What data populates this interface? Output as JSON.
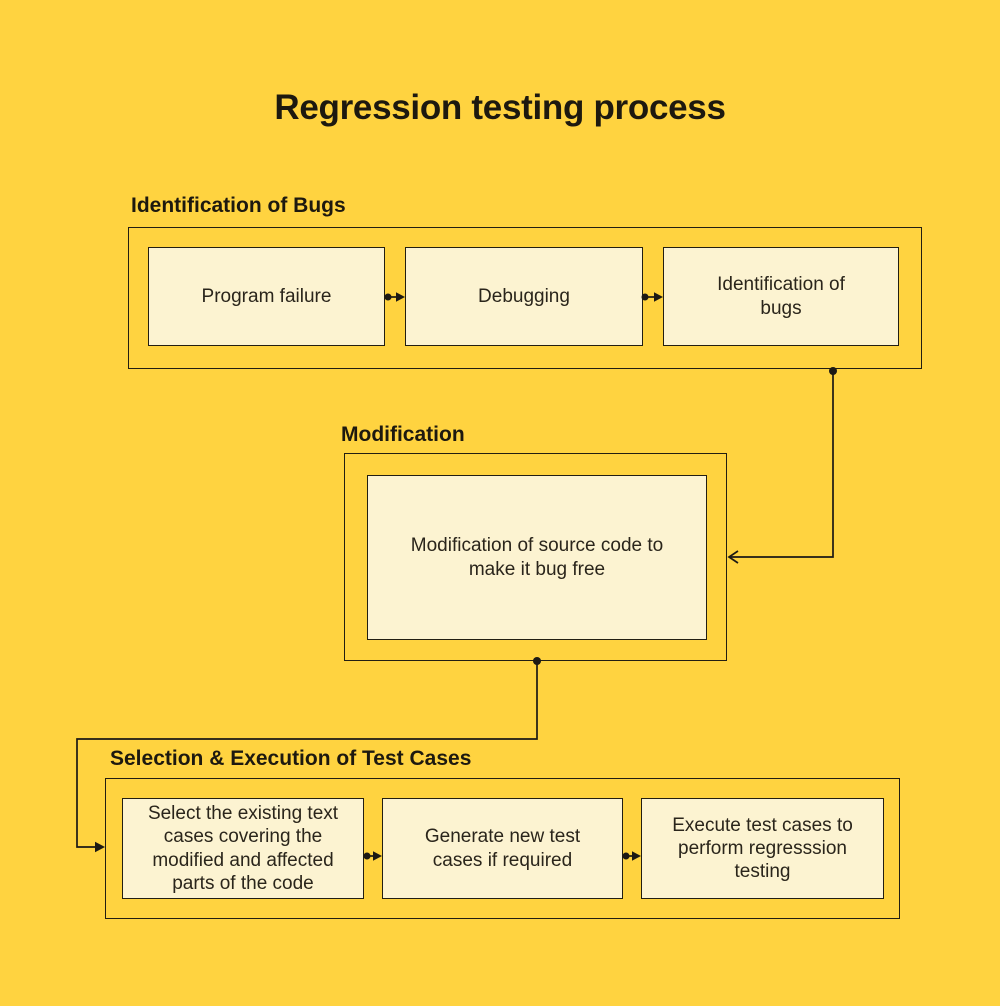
{
  "title": "Regression testing process",
  "colors": {
    "background": "#FFD340",
    "box_fill": "#FCF3D1",
    "border": "#221E12",
    "line_color": "#1C1914"
  },
  "sections": [
    {
      "heading": "Identification of Bugs",
      "boxes": [
        {
          "label": "Program failure"
        },
        {
          "label": "Debugging"
        },
        {
          "label": "Identification of\nbugs"
        }
      ]
    },
    {
      "heading": "Modification",
      "boxes": [
        {
          "label": "Modification of source code to\nmake it bug free"
        }
      ]
    },
    {
      "heading": "Selection & Execution of Test Cases",
      "boxes": [
        {
          "label": "Select the existing text\ncases covering the\nmodified and affected\nparts of the code"
        },
        {
          "label": "Generate new test\ncases if required"
        },
        {
          "label": "Execute test cases to\nperform regresssion\ntesting"
        }
      ]
    }
  ]
}
